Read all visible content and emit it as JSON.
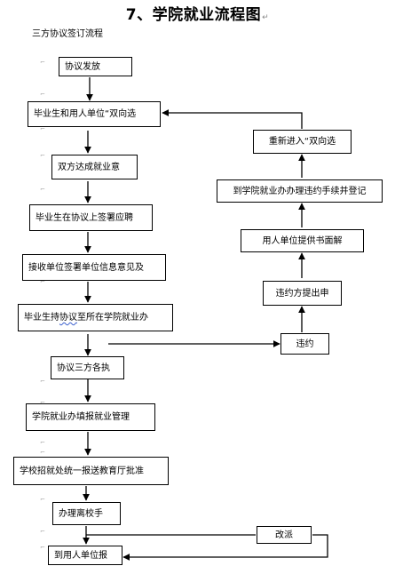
{
  "title": "7、学院就业流程图",
  "subtitle": "三方协议签订流程",
  "main_steps": {
    "s1": "协议发放",
    "s2": "毕业生和用人单位“双向选",
    "s3": "双方达成就业意",
    "s4": "毕业生在协议上签署应聘",
    "s5": "接收单位签署单位信息意见及",
    "s6_part1": "毕业生持",
    "s6_part2": "协议",
    "s6_part3": "至",
    "s6_part4": "所在学院就业办",
    "s7": "协议三方各执",
    "s8": "学院就业办填报就业管理",
    "s9": "学校招就处统一报送教育厅批准",
    "s10": "办理离校手",
    "s11": "到用人单位报"
  },
  "side_steps": {
    "b1": "违约",
    "b2": "违约方提出申",
    "b3": "用人单位提供书面解",
    "b4": "到学院就业办办理违约手续并登记",
    "b5": "重新进入“双向选",
    "b6": "改派"
  }
}
